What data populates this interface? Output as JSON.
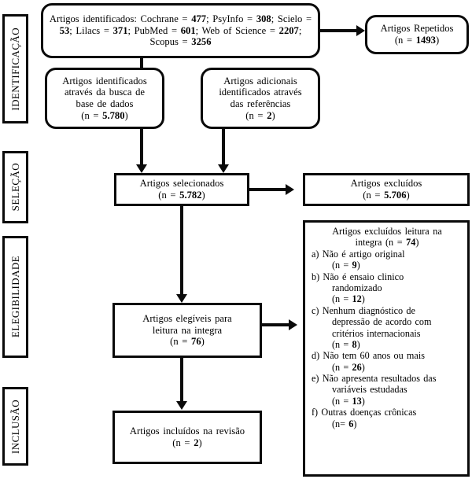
{
  "diagram": {
    "title": "PRISMA flow diagram",
    "language": "pt-BR",
    "colors": {
      "stroke": "#0a0a0a",
      "background": "#ffffff",
      "text": "#000000"
    }
  },
  "stages": [
    {
      "id": "identificacao",
      "label": "IDENTIFICAÇÃO"
    },
    {
      "id": "selecao",
      "label": "SELEÇÃO"
    },
    {
      "id": "elegibilidade",
      "label": "ELEGIBILIDADE"
    },
    {
      "id": "inclusao",
      "label": "INCLUSÃO"
    }
  ],
  "nodes": {
    "identified_sources": {
      "lines": [
        "Artigos identificados: Cochrane = ",
        "477",
        "; PsyInfo = ",
        "308",
        "; Scielo = ",
        "53",
        "; Lilacs = ",
        "371",
        "; PubMed = ",
        "601",
        "; Web of Science = ",
        "2207",
        "; Scopus = ",
        "3256"
      ],
      "text_plain": "Artigos identificados: Cochrane = 477; PsyInfo = 308; Scielo = 53; Lilacs = 371; PubMed = 601; Web of Science = 2207; Scopus = 3256",
      "counts": {
        "Cochrane": "477",
        "PsyInfo": "308",
        "Scielo": "53",
        "Lilacs": "371",
        "PubMed": "601",
        "Web of Science": "2207",
        "Scopus": "3256"
      }
    },
    "duplicates": {
      "label": "Artigos Repetidos",
      "n_prefix": "(n = ",
      "n": "1493",
      "n_suffix": ")"
    },
    "database_search": {
      "label_line1": "Artigos identificados",
      "label_line2": "através da busca de",
      "label_line3": "base de dados",
      "n_prefix": "(n = ",
      "n": "5.780",
      "n_suffix": ")"
    },
    "additional_records": {
      "label_line1": "Artigos adicionais",
      "label_line2": "identificados através",
      "label_line3": "das referências",
      "n_prefix": "(n = ",
      "n": "2",
      "n_suffix": ")"
    },
    "selected": {
      "label": "Artigos selecionados",
      "n_prefix": "(n = ",
      "n": "5.782",
      "n_suffix": ")"
    },
    "excluded": {
      "label": "Artigos excluídos",
      "n_prefix": "(n = ",
      "n": "5.706",
      "n_suffix": ")"
    },
    "eligible": {
      "label_line1": "Artigos elegíveis para",
      "label_line2": "leitura na integra",
      "n_prefix": "(n = ",
      "n": "76",
      "n_suffix": ")"
    },
    "included": {
      "label": "Artigos incluídos na revisão",
      "n_prefix": "(n = ",
      "n": "2",
      "n_suffix": ")"
    },
    "excluded_fulltext": {
      "header_line1": "Artigos excluídos leitura na",
      "header_line2_prefix": "integra  (n = ",
      "header_n": "74",
      "header_line2_suffix": ")",
      "reasons": [
        {
          "marker": "a)",
          "text": "Não é artigo original",
          "cont": "",
          "n_prefix": "(n = ",
          "n": "9",
          "n_suffix": ")"
        },
        {
          "marker": "b)",
          "text": "Não é ensaio clinico",
          "cont": "randomizado",
          "n_prefix": "(n = ",
          "n": "12",
          "n_suffix": ")"
        },
        {
          "marker": "c)",
          "text": "Nenhum diagnóstico de",
          "cont": "depressão de acordo com critérios internacionais",
          "n_prefix": "(n = ",
          "n": "8",
          "n_suffix": ")"
        },
        {
          "marker": "d)",
          "text": "Não tem 60 anos ou mais",
          "cont": "",
          "n_prefix": "(n = ",
          "n": "26",
          "n_suffix": ")"
        },
        {
          "marker": "e)",
          "text": "Não apresenta resultados das",
          "cont": "variáveis estudadas",
          "n_prefix": "(n = ",
          "n": "13",
          "n_suffix": ")"
        },
        {
          "marker": "f)",
          "text": "Outras doenças crônicas",
          "cont": "",
          "n_prefix": "(n= ",
          "n": "6",
          "n_suffix": ")"
        }
      ]
    }
  }
}
